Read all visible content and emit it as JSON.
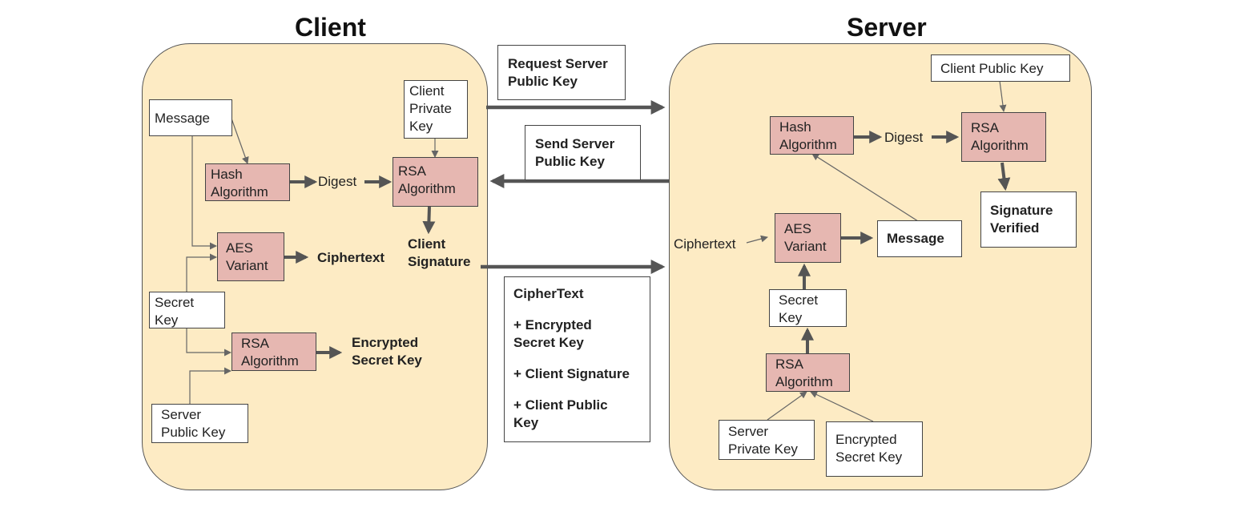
{
  "client": {
    "title": "Client",
    "message": "Message",
    "hash": [
      "Hash",
      "Algorithm"
    ],
    "digest": "Digest",
    "private_key": [
      "Client",
      "Private",
      "Key"
    ],
    "rsa_sign": [
      "RSA",
      "Algorithm"
    ],
    "signature": [
      "Client",
      "Signature"
    ],
    "aes": [
      "AES",
      "Variant"
    ],
    "ciphertext": "Ciphertext",
    "secret_key": [
      "Secret",
      "Key"
    ],
    "rsa_encrypt": [
      "RSA",
      "Algorithm"
    ],
    "encrypted_key": [
      "Encrypted",
      "Secret Key"
    ],
    "server_public_key": [
      "Server",
      "Public Key"
    ]
  },
  "channel": {
    "request": [
      "Request Server",
      "Public Key"
    ],
    "send": [
      "Send Server",
      "Public Key"
    ],
    "payload": {
      "ciphertext": "CipherText",
      "encrypted_key": [
        "+ Encrypted",
        "Secret Key"
      ],
      "signature": "+ Client Signature",
      "public_key": [
        "+ Client Public",
        "Key"
      ]
    }
  },
  "server": {
    "title": "Server",
    "client_public_key": "Client Public Key",
    "hash": [
      "Hash",
      "Algorithm"
    ],
    "digest": "Digest",
    "rsa_verify": [
      "RSA",
      "Algorithm"
    ],
    "verified": [
      "Signature",
      "Verified"
    ],
    "ciphertext": "Ciphertext",
    "aes": [
      "AES",
      "Variant"
    ],
    "message": "Message",
    "secret_key": [
      "Secret",
      "Key"
    ],
    "rsa_decrypt": [
      "RSA",
      "Algorithm"
    ],
    "private_key": [
      "Server",
      "Private Key"
    ],
    "encrypted_key": [
      "Encrypted",
      "Secret Key"
    ]
  },
  "colors": {
    "panel": "#fdebc4",
    "algorithm_box": "#e6b7b1",
    "arrow": "#555555"
  }
}
